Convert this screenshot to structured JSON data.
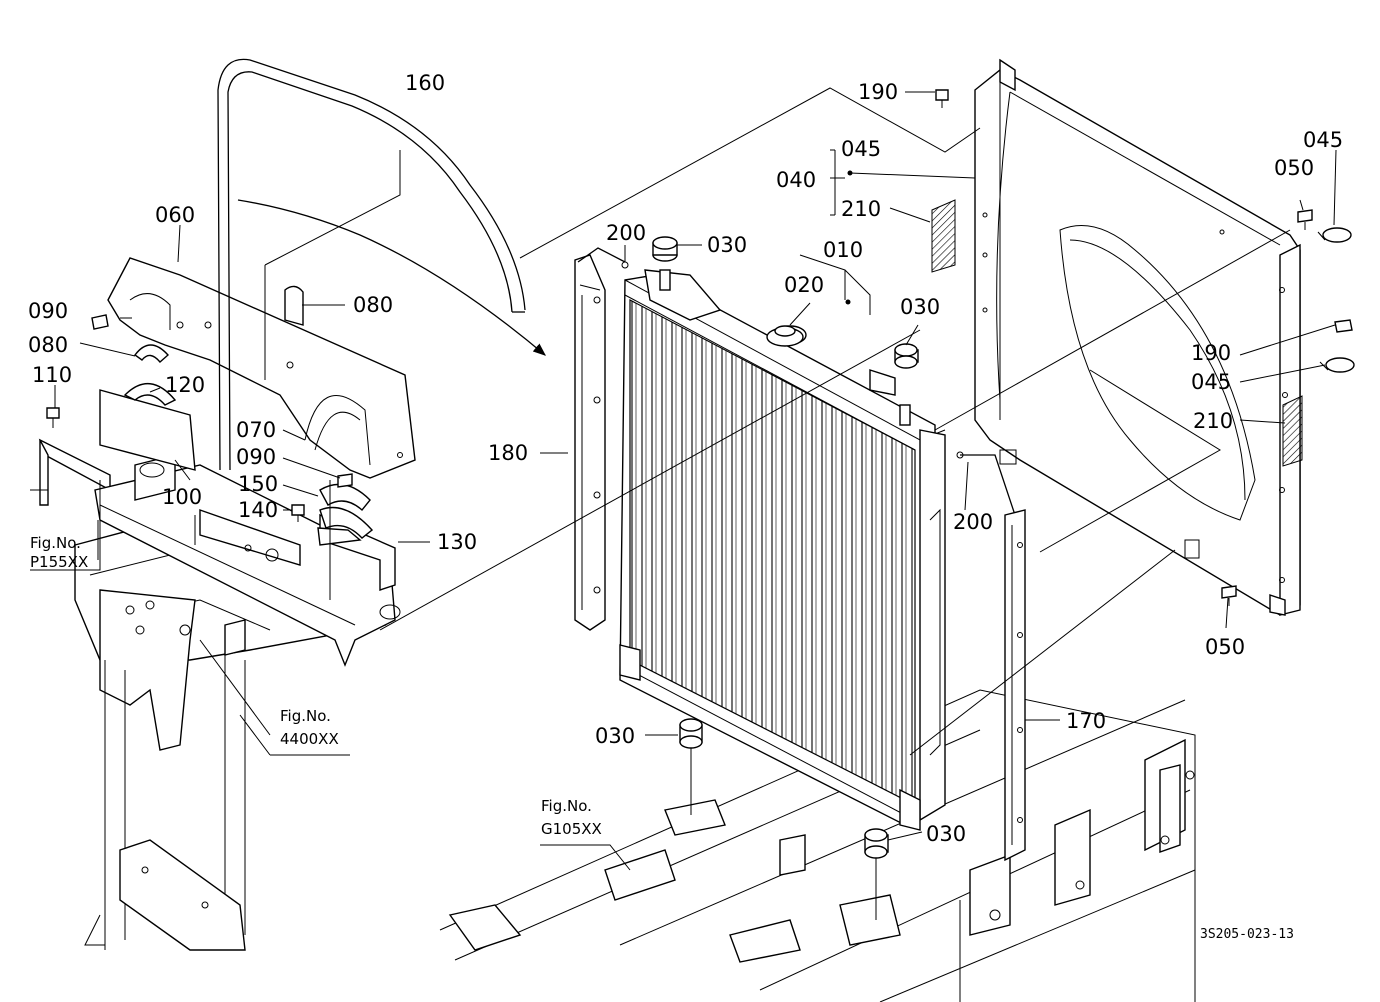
{
  "callouts": {
    "c160": "160",
    "c060": "060",
    "c090a": "090",
    "c080a": "080",
    "c080b": "080",
    "c110": "110",
    "c120": "120",
    "c100": "100",
    "c070": "070",
    "c090b": "090",
    "c150": "150",
    "c140": "140",
    "c130": "130",
    "c180": "180",
    "c200a": "200",
    "c030a": "030",
    "c010": "010",
    "c020": "020",
    "c030b": "030",
    "c045a": "045",
    "c040": "040",
    "c210a": "210",
    "c190a": "190",
    "c045b": "045",
    "c050a": "050",
    "c190b": "190",
    "c045c": "045",
    "c210b": "210",
    "c200b": "200",
    "c050b": "050",
    "c170": "170",
    "c030c": "030",
    "c030d": "030"
  },
  "figure_refs": {
    "p155_label": "Fig.No.",
    "p155_code": "P155XX",
    "f4400_label": "Fig.No.",
    "f4400_code": "4400XX",
    "g105_label": "Fig.No.",
    "g105_code": "G105XX"
  },
  "drawing_code": "3S205-023-13"
}
